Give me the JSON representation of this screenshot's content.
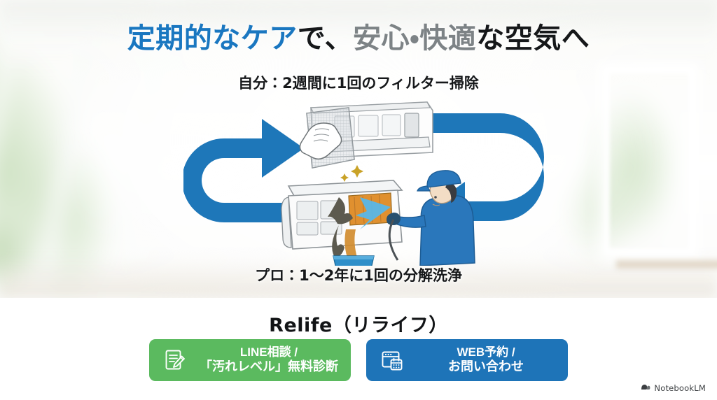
{
  "slide": {
    "title": {
      "segment_blue": "定期的なケア",
      "segment_dark_1": "で、",
      "segment_gray": "安心・快適",
      "segment_dark_2": "な空気へ",
      "full": "定期的なケアで、安心・快適な空気へ"
    },
    "background": {
      "description": "明るい白い部屋・窓の外に緑",
      "accent_blue": "#1a77c0",
      "title_gray": "#7d8386"
    }
  },
  "cycle": {
    "top_label": "自分：2週間に1回のフィルター掃除",
    "bottom_label": "プロ：1〜2年に1回の分解洗浄",
    "arrow_color": "#1e77b9",
    "top_illustration": "手でエアコンのフィルターを拭き掃除しているイラスト",
    "bottom_illustration": "青い制服と帽子の作業員がエアコンを分解して高圧洗浄しているイラスト"
  },
  "footer": {
    "brand": "Relife（リライフ）",
    "buttons": [
      {
        "id": "line-consult",
        "icon": "document-pencil-icon",
        "color": "#5bba5f",
        "line1": "LINE相談 /",
        "line2": "「汚れレベル」無料診断"
      },
      {
        "id": "web-reserve",
        "icon": "browser-calendar-icon",
        "color": "#1e74b8",
        "line1": "WEB予約 /",
        "line2": "お問い合わせ"
      }
    ]
  },
  "watermark": {
    "icon": "notebooklm-logo-icon",
    "label": "NotebookLM"
  }
}
